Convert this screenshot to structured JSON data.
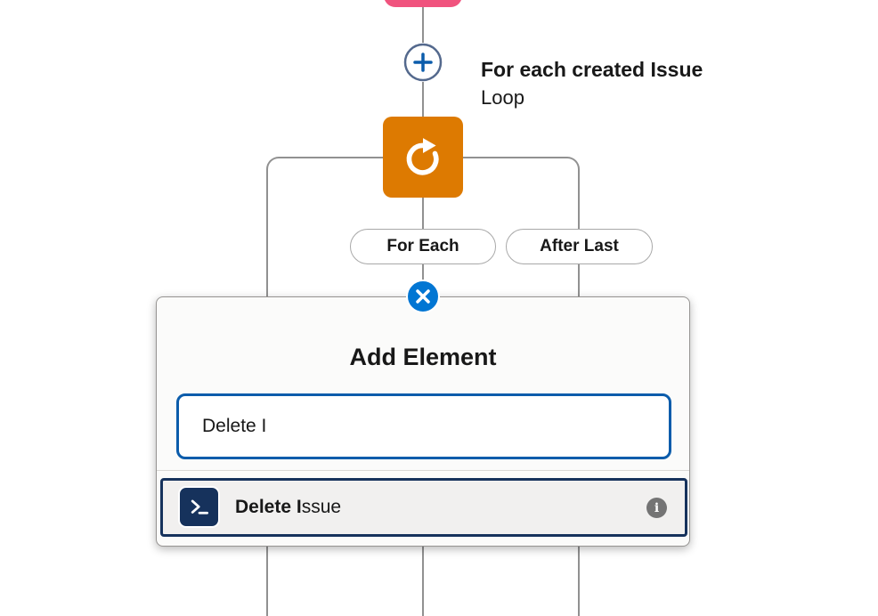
{
  "canvas": {
    "loop_node": {
      "title": "For each created Issue",
      "subtitle": "Loop",
      "icon": "loop-icon"
    },
    "branch_labels": {
      "for_each": "For Each",
      "after_last": "After Last"
    },
    "add_connector_icon": "plus-icon"
  },
  "popup": {
    "title": "Add Element",
    "close_icon": "close-icon",
    "search": {
      "value": "Delete I"
    },
    "results": [
      {
        "label": "Delete Issue",
        "label_match": "Delete I",
        "label_rest": "ssue",
        "icon": "terminal-icon",
        "info_icon": "info-icon",
        "info_glyph": "i"
      }
    ]
  },
  "colors": {
    "pink_node": "#f0537e",
    "loop_orange": "#dd7a01",
    "connector_gray": "#919191",
    "close_blue": "#0176d3",
    "input_focus_blue": "#0b5cab",
    "row_border_navy": "#16325c",
    "terminal_icon_bg": "#16325c",
    "info_gray": "#747474",
    "text": "#181818"
  }
}
